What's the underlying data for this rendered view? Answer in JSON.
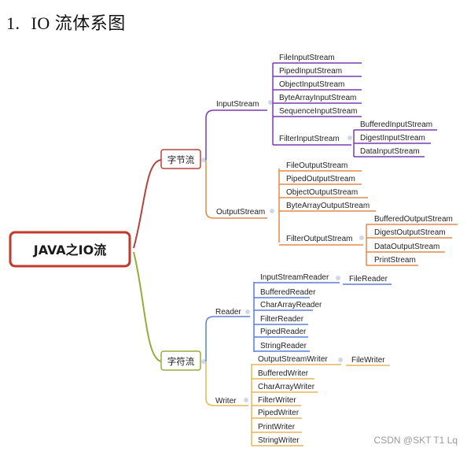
{
  "heading": {
    "number": "1.",
    "title": "IO 流体系图"
  },
  "root": "JAVA之IO流",
  "categories": {
    "byte": "字节流",
    "char": "字符流"
  },
  "byte_stream": {
    "input": {
      "label": "InputStream",
      "items": [
        "FileInputStream",
        "PipedInputStream",
        "ObjectInputStream",
        "ByteArrayInputStream",
        "SequenceInputStream"
      ],
      "filter": {
        "label": "FilterInputStream",
        "items": [
          "BufferedInputStream",
          "DigestInputStream",
          "DataInputStream"
        ]
      }
    },
    "output": {
      "label": "OutputStream",
      "items": [
        "FileOutputStream",
        "PipedOutputStream",
        "ObjectOutputStream",
        "ByteArrayOutputStream"
      ],
      "filter": {
        "label": "FilterOutputStream",
        "items": [
          "BufferedOutputStream",
          "DigestOutputStream",
          "DataOutputStream",
          "PrintStream"
        ]
      }
    }
  },
  "char_stream": {
    "reader": {
      "label": "Reader",
      "first": {
        "label": "InputStreamReader",
        "child": "FileReader"
      },
      "items": [
        "BufferedReader",
        "CharArrayReader",
        "FilterReader",
        "PipedReader",
        "StringReader"
      ]
    },
    "writer": {
      "label": "Writer",
      "first": {
        "label": "OutputStreamWriter",
        "child": "FileWriter"
      },
      "items": [
        "BufferedWriter",
        "CharArrayWriter",
        "FilterWriter",
        "PipedWriter",
        "PrintWriter",
        "StringWriter"
      ]
    }
  },
  "colors": {
    "root_border": "#c0392b",
    "byte": "#b5433c",
    "char": "#9aaa3a",
    "input": "#7a3bb0",
    "output": "#e28a4a",
    "reader": "#5b7fd6",
    "writer": "#e6b55a"
  },
  "watermark": "CSDN @SKT T1 Lq"
}
